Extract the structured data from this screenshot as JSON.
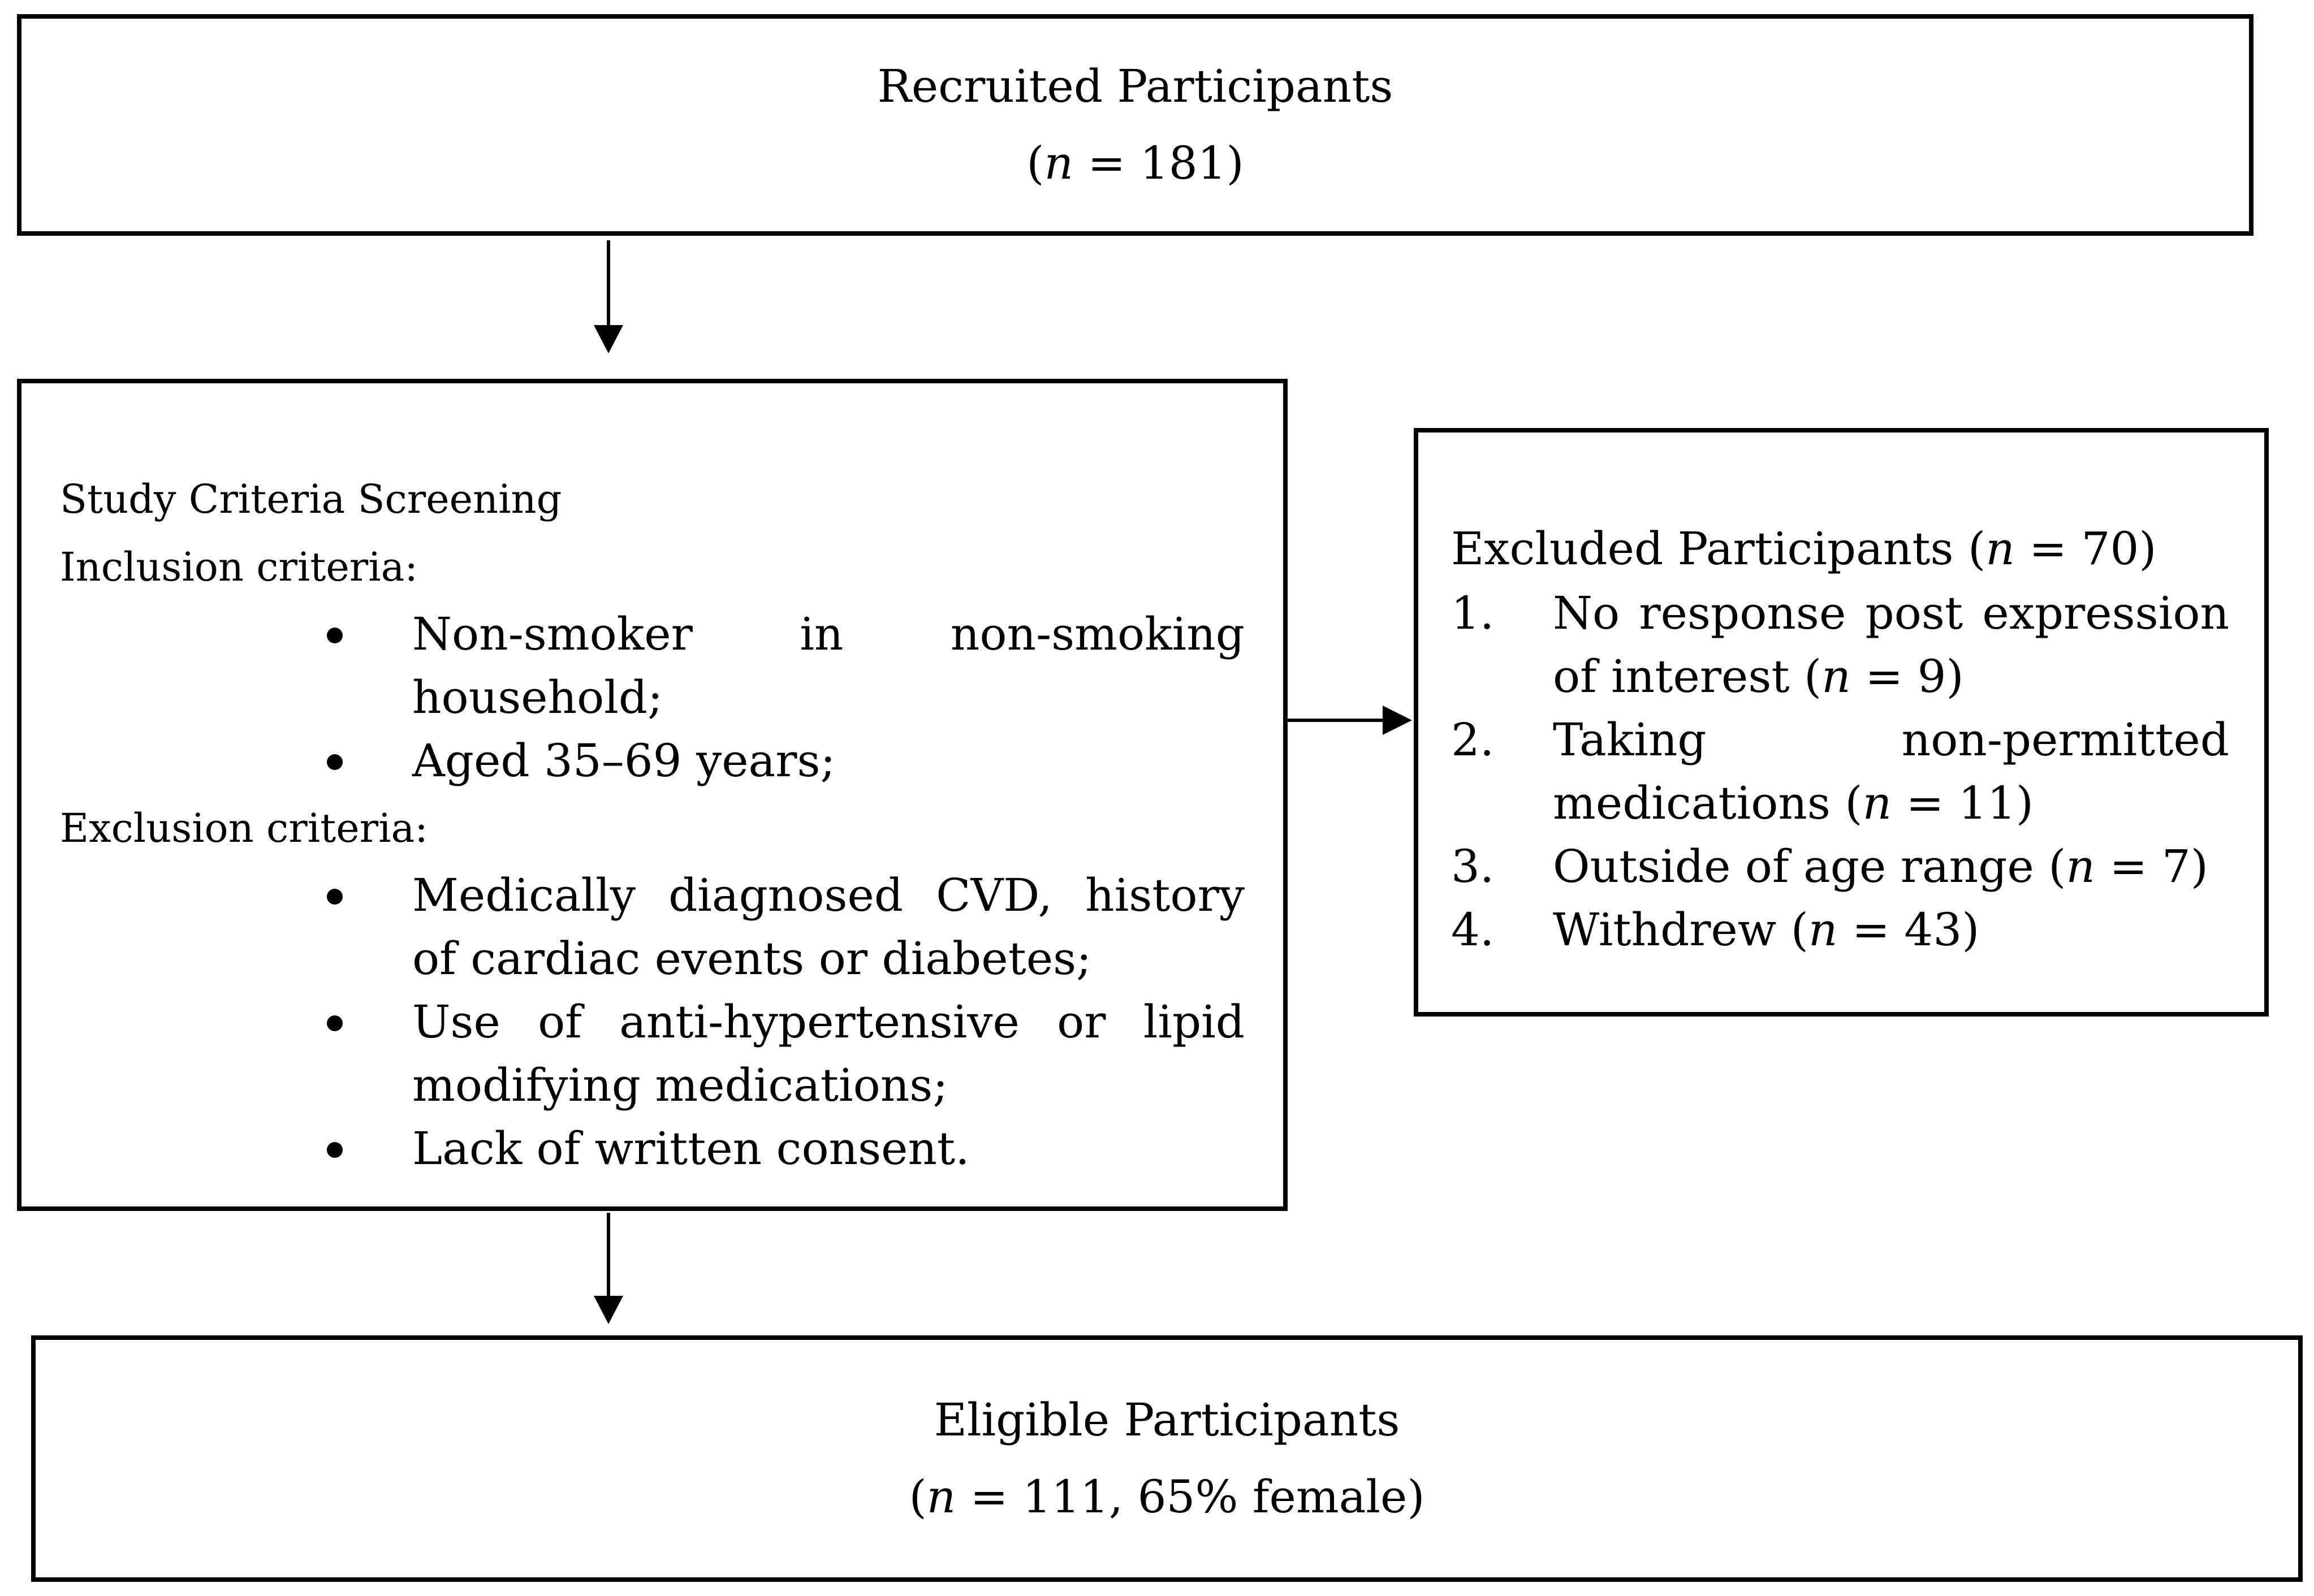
{
  "recruited": {
    "title": "Recruited Participants",
    "n_open": "(",
    "n_label": "n",
    "n_rest": " = 181)"
  },
  "screening": {
    "title": "Study Criteria Screening",
    "inclusion_label": "Inclusion criteria:",
    "inclusion_items": [
      "Non-smoker in non-smoking household;",
      "Aged 35–69 years;"
    ],
    "exclusion_label": "Exclusion criteria:",
    "exclusion_items": [
      "Medically diagnosed CVD, history of cardiac events or diabetes;",
      "Use of anti-hypertensive or lipid modifying medications;",
      "Lack of written consent."
    ]
  },
  "excluded": {
    "title_pre": "Excluded Participants (",
    "n_label": "n",
    "title_post": " = 70)",
    "items": [
      {
        "num": "1.",
        "text": "No response post expression of interest (",
        "n": "n",
        "post": " = 9)"
      },
      {
        "num": "2.",
        "text": "Taking non-permitted medications (",
        "n": "n",
        "post": " = 11)"
      },
      {
        "num": "3.",
        "text": "Outside of age range (",
        "n": "n",
        "post": " = 7)"
      },
      {
        "num": "4.",
        "text": "Withdrew (",
        "n": "n",
        "post": " = 43)"
      }
    ]
  },
  "eligible": {
    "title": "Eligible Participants",
    "n_open": "(",
    "n_label": "n",
    "n_rest": " = 111, 65% female)"
  }
}
